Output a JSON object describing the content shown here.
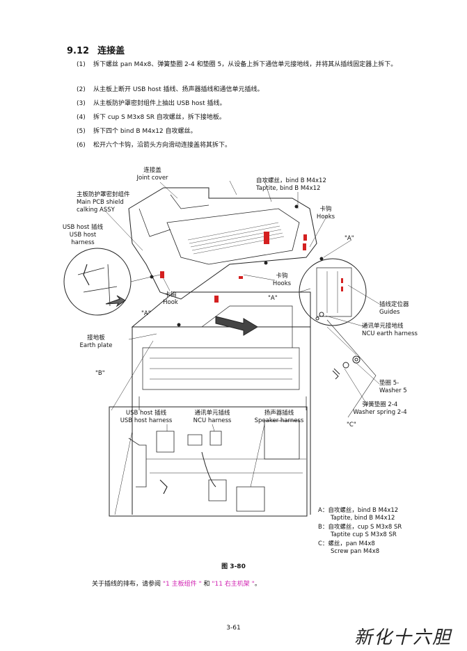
{
  "section": {
    "number": "9.12",
    "title": "连接盖"
  },
  "steps": [
    {
      "n": "(1)",
      "text": "拆下螺丝 pan M4x8、弹簧垫圈 2-4 和垫圈 5，从设备上拆下通信单元接地线，并将其从插线固定器上拆下。"
    },
    {
      "n": "(2)",
      "text": "从主板上断开 USB host 插线、扬声器插线和通信单元插线。"
    },
    {
      "n": "(3)",
      "text": "从主板防护罩密封组件上抽出 USB host 插线。"
    },
    {
      "n": "(4)",
      "text": "拆下 cup S M3x8 SR 自攻螺丝，拆下接地板。"
    },
    {
      "n": "(5)",
      "text": "拆下四个 bind B M4x12 自攻螺丝。"
    },
    {
      "n": "(6)",
      "text": "松开六个卡钩，沿箭头方向滑动连接盖将其拆下。"
    }
  ],
  "figure": {
    "labels": {
      "joint_cover_cn": "连接盖",
      "joint_cover_en": "Joint cover",
      "taptite_cn": "自攻螺丝，bind B M4x12",
      "taptite_en": "Taptite, bind B M4x12",
      "shield_cn": "主板防护罩密封组件",
      "shield_en1": "Main PCB shield",
      "shield_en2": "calking ASSY",
      "hooks_cn_1": "卡钩",
      "hooks_en_1": "Hooks",
      "usb_cn_1": "USB host 插线",
      "usb_en_1a": "USB host",
      "usb_en_1b": "harness",
      "a_1": "\"A\"",
      "a_2": "\"A\"",
      "a_3": "\"A\"",
      "hooks_cn_2": "卡钩",
      "hooks_en_2": "Hooks",
      "hook_cn": "卡钩",
      "hook_en": "Hook",
      "guides_cn": "插线定位器",
      "guides_en": "Guides",
      "ncu_earth_cn": "通讯单元接地线",
      "ncu_earth_en": "NCU earth harness",
      "earth_plate_cn": "接地板",
      "earth_plate_en": "Earth plate",
      "b_1": "\"B\"",
      "washer5_cn": "垫圈 5-",
      "washer5_en": "Washer 5",
      "spring_cn": "弹簧垫圈 2-4",
      "spring_en": "Washer spring 2-4",
      "c_1": "\"C\"",
      "usb_cn_2": "USB host 插线",
      "usb_en_2": "USB host  harness",
      "ncu_cn": "通讯单元插线",
      "ncu_en": "NCU harness",
      "speaker_cn": "扬声器插线",
      "speaker_en": "Speaker harness"
    },
    "legend": [
      {
        "cn": "A：自攻螺丝，bind B M4x12",
        "en": "Taptite, bind B M4x12"
      },
      {
        "cn": "B：自攻螺丝，cup S M3x8 SR",
        "en": "Taptite cup S M3x8 SR"
      },
      {
        "cn": "C：螺丝，pan M4x8",
        "en": "Screw pan M4x8"
      }
    ],
    "caption": "图 3-80"
  },
  "reference": {
    "prefix": "关于插线的排布，请参阅 ",
    "link1": "\"1 主板组件 \"",
    "mid": " 和 ",
    "link2": "\"11  右主机架 \"",
    "suffix": "。"
  },
  "page_number": "3-61",
  "watermark": "新化十六胆",
  "colors": {
    "link": "#d01fb0",
    "hook_red": "#d42020"
  }
}
